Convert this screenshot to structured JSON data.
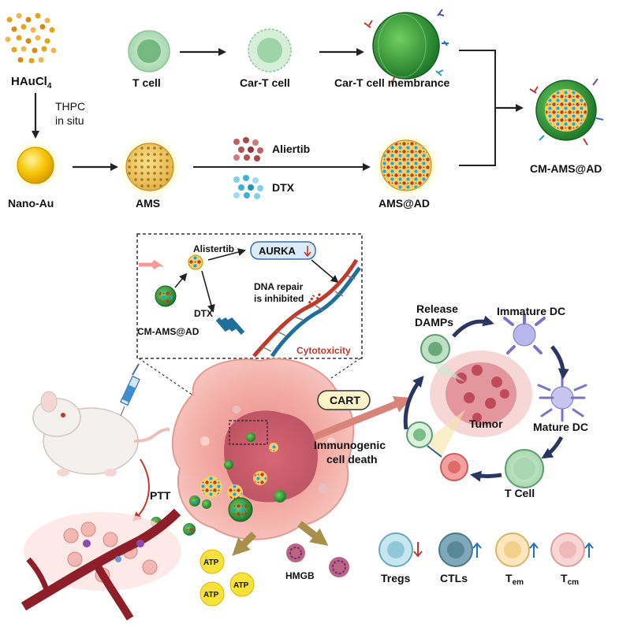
{
  "top": {
    "haucl4": "HAuCl",
    "haucl4_sub": "4",
    "thpc_line1": "THPC",
    "thpc_line2": "in situ",
    "nano_au": "Nano-Au",
    "t_cell": "T cell",
    "car_t_cell": "Car-T cell",
    "car_t_membrane": "Car-T cell membrance",
    "ams": "AMS",
    "aliertib": "Aliertib",
    "dtx": "DTX",
    "ams_ad": "AMS@AD",
    "cm_ams_ad": "CM-AMS@AD"
  },
  "inset": {
    "alistertib": "Alistertib",
    "aurka": "AURKA",
    "dna_repair_line1": "DNA repair",
    "dna_repair_line2": "is inhibited",
    "dtx": "DTX",
    "cm_ams_ad": "CM-AMS@AD",
    "cytotoxicity": "Cytotoxicity"
  },
  "bottom": {
    "cart": "CART",
    "icd_line1": "Immunogenic",
    "icd_line2": "cell death",
    "ptt": "PTT",
    "atp": "ATP",
    "hmgb": "HMGB"
  },
  "cycle": {
    "release_line1": "Release",
    "release_line2": "DAMPs",
    "immature_dc": "Immature DC",
    "tumor": "Tumor",
    "mature_dc": "Mature DC",
    "t_cell": "T Cell"
  },
  "legend": {
    "tregs": "Tregs",
    "ctls": "CTLs",
    "tem_main": "T",
    "tem_sub": "em",
    "tcm_main": "T",
    "tcm_sub": "cm"
  },
  "colors": {
    "gold": "#e8a317",
    "green": "#2f8a3a",
    "arrow_dark": "#2a3560",
    "red": "#c0392b",
    "tumor_pink": "#f2a7a0"
  }
}
